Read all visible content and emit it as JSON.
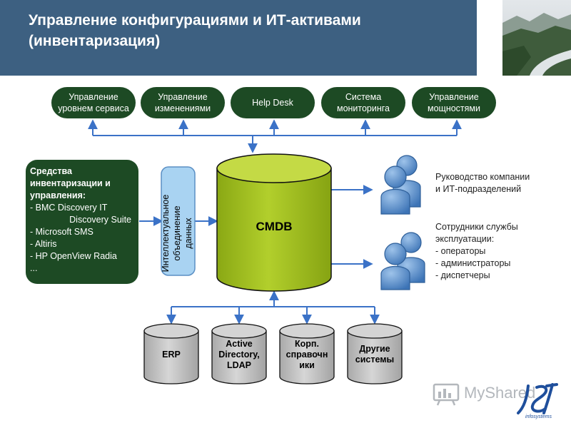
{
  "header": {
    "title_line1": "Управление конфигурациями и ИТ-активами",
    "title_line2": "(инвентаризация)"
  },
  "processes": [
    {
      "line1": "Управление",
      "line2": "уровнем сервиса"
    },
    {
      "line1": "Управление",
      "line2": "изменениями"
    },
    {
      "line1": "Help Desk",
      "line2": ""
    },
    {
      "line1": "Система",
      "line2": "мониторинга"
    },
    {
      "line1": "Управление",
      "line2": "мощностями"
    }
  ],
  "tools": {
    "heading_line1": "Средства",
    "heading_line2": "инвентаризации и",
    "heading_line3": "управления:",
    "items": [
      "- BMC Discovery IT",
      "Discovery Suite",
      "- Microsoft SMS",
      "- Altiris",
      "- HP OpenView Radia",
      "..."
    ]
  },
  "integration": {
    "line1": "Интеллектуальное",
    "line2": "объединение",
    "line3": "данных"
  },
  "cmdb_label": "CMDB",
  "sources": [
    {
      "line1": "ERP",
      "line2": "",
      "line3": ""
    },
    {
      "line1": "Active",
      "line2": "Directory,",
      "line3": "LDAP"
    },
    {
      "line1": "Корп.",
      "line2": "справочн",
      "line3": "ики"
    },
    {
      "line1": "Другие",
      "line2": "системы",
      "line3": ""
    }
  ],
  "audiences": [
    {
      "line1": "Руководство компании",
      "line2": "и ИТ-подразделений",
      "line3": "",
      "line4": "",
      "line5": ""
    },
    {
      "line1": "Сотрудники службы",
      "line2": "эксплуатации:",
      "line3": "- операторы",
      "line4": "- администраторы",
      "line5": "- диспетчеры"
    }
  ],
  "watermark": "MyShared",
  "logo_sub": "infosystems",
  "colors": {
    "header": "#3d6081",
    "process_box": "#1d4a24",
    "cmdb": "#a3c21b",
    "cmdb_top": "#c4da45",
    "integration_box": "#a9d3f2",
    "source_cylinder": "#c9c9c9",
    "connector": "#3b72c7",
    "person_icon": "#4a82c2"
  },
  "icons": [
    "people-icon",
    "chart-icon",
    "jet-logo-icon"
  ]
}
